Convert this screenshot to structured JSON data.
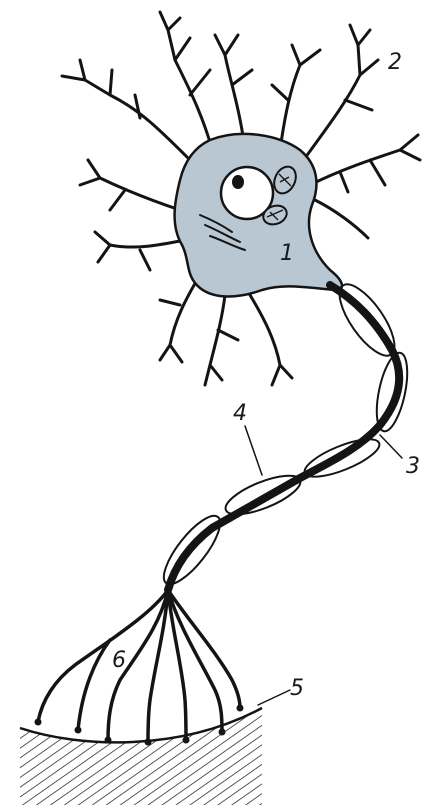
{
  "colors": {
    "soma_fill": "#b9c7d2",
    "ink": "#141414",
    "paper": "#ffffff"
  },
  "labels": {
    "soma": "1",
    "dendrites": "2",
    "myelin_node": "3",
    "axon": "4",
    "synapse_surface": "5",
    "axon_terminals": "6"
  }
}
